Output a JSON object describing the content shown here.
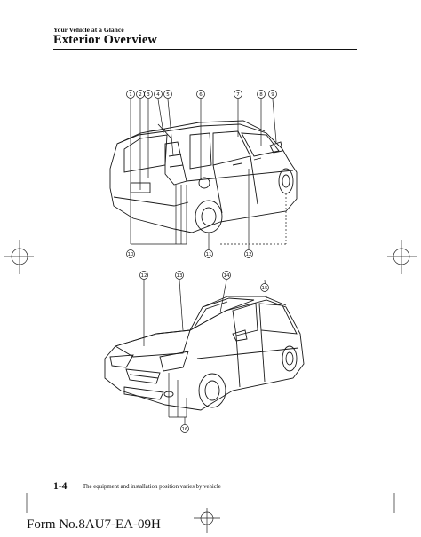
{
  "header": {
    "section": "Your Vehicle at a Glance",
    "title": "Exterior Overview"
  },
  "figures": {
    "rear_view_callouts": [
      "1",
      "2",
      "3",
      "4",
      "5",
      "6",
      "7",
      "8",
      "9",
      "10",
      "11",
      "12"
    ],
    "front_view_callouts": [
      "12",
      "13",
      "14",
      "15",
      "16"
    ]
  },
  "footer": {
    "page_number": "1-4",
    "note": "The equipment and installation position varies by vehicle",
    "form_number": "Form No.8AU7-EA-09H"
  }
}
